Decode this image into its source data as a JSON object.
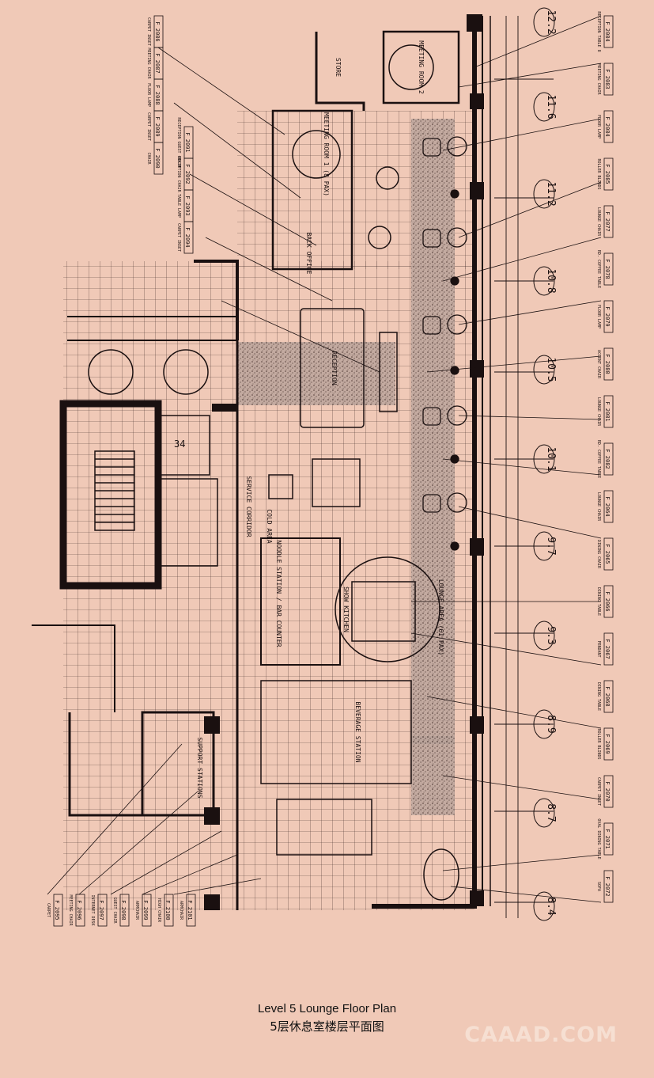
{
  "caption": {
    "title_en": "Level 5 Lounge Floor Plan",
    "title_zh": "5层休息室楼层平面图"
  },
  "watermark": "CAAAD.COM",
  "colors": {
    "background": "#f0c9b7",
    "ink": "#1a1010",
    "watermark": "#f6dfd2"
  },
  "grid_levels": [
    "12.2",
    "11.6",
    "11.2",
    "10.8",
    "10.5",
    "10.1",
    "9.7",
    "9.3",
    "8.9",
    "8.7",
    "8.4"
  ],
  "room_labels": {
    "meeting_room_2": "MEETING ROOM 2",
    "meeting_room_1": "MEETING ROOM 1 (8 PAX)",
    "store": "STORE",
    "back_office": "BACK OFFICE",
    "reception": "RECEPTION",
    "lounge_area": "LOUNGE AREA (61 PAX)",
    "show_kitchen": "SHOW KITCHEN",
    "noodle_station": "NOODLE STATION / BAR COUNTER",
    "service_corridor": "SERVICE CORRIDOR",
    "lift_number": "34",
    "cold_area": "COLD AREA",
    "beverage_station": "BEVERAGE STATION",
    "support_stations": "SUPPORT STATIONS"
  },
  "tags_right": [
    {
      "code": "F 2084",
      "desc": "RECEPTION TABLE 8"
    },
    {
      "code": "F 2083",
      "desc": "MEETING CHAIR"
    },
    {
      "code": "F 2084",
      "desc": "FLOOR LAMP"
    },
    {
      "code": "F 2085",
      "desc": "ROLLER BLINDS"
    },
    {
      "code": "F 2077",
      "desc": "LOUNGE CHAIR"
    },
    {
      "code": "F 2078",
      "desc": "RD. COFFEE TABLE"
    },
    {
      "code": "F 2079",
      "desc": "FLOOR LAMP"
    },
    {
      "code": "F 2080",
      "desc": "ACCENT CHAIR"
    },
    {
      "code": "F 2081",
      "desc": "LOUNGE CHAIR"
    },
    {
      "code": "F 2082",
      "desc": "RD. COFFEE TABLE"
    },
    {
      "code": "F 2064",
      "desc": "LOUNGE CHAIR"
    },
    {
      "code": "F 2065",
      "desc": "DINING CHAIR"
    },
    {
      "code": "F 2066",
      "desc": "DINING TABLE"
    },
    {
      "code": "F 2067",
      "desc": "PENDANT"
    },
    {
      "code": "F 2068",
      "desc": "DINING TABLE"
    },
    {
      "code": "F 2069",
      "desc": "ROLLER BLINDS"
    },
    {
      "code": "F 2070",
      "desc": "CARPET INSET"
    },
    {
      "code": "F 2071",
      "desc": "OVAL DINING TABLE"
    },
    {
      "code": "F 2072",
      "desc": "SOFA"
    }
  ],
  "tags_left_top": [
    {
      "code": "F 2086",
      "desc": "CARPET INSET"
    },
    {
      "code": "F 2087",
      "desc": "MEETING CHAIR"
    },
    {
      "code": "F 2088",
      "desc": "FLOOR LAMP"
    },
    {
      "code": "F 2089",
      "desc": "CARPET INSET"
    },
    {
      "code": "F 2090",
      "desc": "CHAIR"
    },
    {
      "code": "F 2091",
      "desc": "RECEPTION GUEST CHAIR"
    },
    {
      "code": "F 2092",
      "desc": "RECEPTION CHAIR"
    },
    {
      "code": "F 2093",
      "desc": "TABLE LAMP"
    },
    {
      "code": "F 2094",
      "desc": "CARPET INSET"
    }
  ],
  "tags_left_bottom": [
    {
      "code": "F 2095",
      "desc": "CARPET"
    },
    {
      "code": "F 2096",
      "desc": "MEETING CHAIR"
    },
    {
      "code": "F 2097",
      "desc": "INTERNET DESK"
    },
    {
      "code": "F 2098",
      "desc": "GUEST CHAIR"
    },
    {
      "code": "F 2099",
      "desc": "ARMCHAIR"
    },
    {
      "code": "F 2100",
      "desc": "HIGH CHAIR"
    },
    {
      "code": "F 2101",
      "desc": "ARMCHAIR"
    }
  ]
}
